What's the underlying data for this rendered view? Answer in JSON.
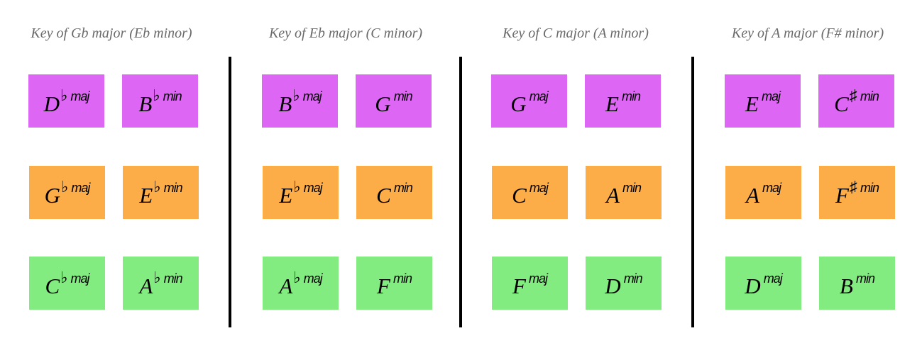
{
  "colors": {
    "row_0": "#de66f4",
    "row_1": "#fdad48",
    "row_2": "#83ec80",
    "divider": "#000000",
    "title": "#6a6a6a"
  },
  "keys": [
    {
      "title": "Key of Gb major (Eb minor)",
      "chords": [
        {
          "root": "D",
          "accidental": "♭",
          "quality": "maj"
        },
        {
          "root": "B",
          "accidental": "♭",
          "quality": "min"
        },
        {
          "root": "G",
          "accidental": "♭",
          "quality": "maj"
        },
        {
          "root": "E",
          "accidental": "♭",
          "quality": "min"
        },
        {
          "root": "C",
          "accidental": "♭",
          "quality": "maj"
        },
        {
          "root": "A",
          "accidental": "♭",
          "quality": "min"
        }
      ]
    },
    {
      "title": "Key of Eb major (C minor)",
      "chords": [
        {
          "root": "B",
          "accidental": "♭",
          "quality": "maj"
        },
        {
          "root": "G",
          "accidental": "",
          "quality": "min"
        },
        {
          "root": "E",
          "accidental": "♭",
          "quality": "maj"
        },
        {
          "root": "C",
          "accidental": "",
          "quality": "min"
        },
        {
          "root": "A",
          "accidental": "♭",
          "quality": "maj"
        },
        {
          "root": "F",
          "accidental": "",
          "quality": "min"
        }
      ]
    },
    {
      "title": "Key of C major (A minor)",
      "chords": [
        {
          "root": "G",
          "accidental": "",
          "quality": "maj"
        },
        {
          "root": "E",
          "accidental": "",
          "quality": "min"
        },
        {
          "root": "C",
          "accidental": "",
          "quality": "maj"
        },
        {
          "root": "A",
          "accidental": "",
          "quality": "min"
        },
        {
          "root": "F",
          "accidental": "",
          "quality": "maj"
        },
        {
          "root": "D",
          "accidental": "",
          "quality": "min"
        }
      ]
    },
    {
      "title": "Key of A major (F# minor)",
      "chords": [
        {
          "root": "E",
          "accidental": "",
          "quality": "maj"
        },
        {
          "root": "C",
          "accidental": "♯",
          "quality": "min"
        },
        {
          "root": "A",
          "accidental": "",
          "quality": "maj"
        },
        {
          "root": "F",
          "accidental": "♯",
          "quality": "min"
        },
        {
          "root": "D",
          "accidental": "",
          "quality": "maj"
        },
        {
          "root": "B",
          "accidental": "",
          "quality": "min"
        }
      ]
    }
  ]
}
